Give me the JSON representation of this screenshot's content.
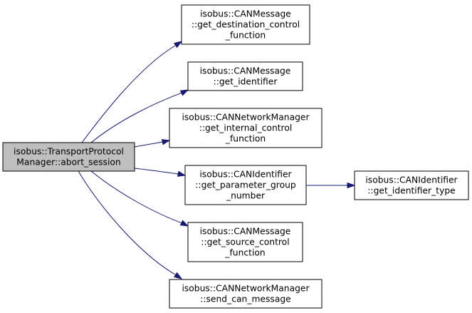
{
  "graph": {
    "nodes": [
      {
        "id": "root",
        "lines": [
          "isobus::TransportProtocol",
          "Manager::abort_session"
        ],
        "highlighted": true
      },
      {
        "id": "n1",
        "lines": [
          "isobus::CANMessage",
          "::get_destination_control",
          "_function"
        ]
      },
      {
        "id": "n2",
        "lines": [
          "isobus::CANMessage",
          "::get_identifier"
        ]
      },
      {
        "id": "n3",
        "lines": [
          "isobus::CANNetworkManager",
          "::get_internal_control",
          "_function"
        ]
      },
      {
        "id": "n4",
        "lines": [
          "isobus::CANIdentifier",
          "::get_parameter_group",
          "_number"
        ]
      },
      {
        "id": "n5",
        "lines": [
          "isobus::CANIdentifier",
          "::get_identifier_type"
        ]
      },
      {
        "id": "n6",
        "lines": [
          "isobus::CANMessage",
          "::get_source_control",
          "_function"
        ]
      },
      {
        "id": "n7",
        "lines": [
          "isobus::CANNetworkManager",
          "::send_can_message"
        ]
      }
    ],
    "edges": [
      {
        "from": "root",
        "to": "n1"
      },
      {
        "from": "root",
        "to": "n2"
      },
      {
        "from": "root",
        "to": "n3"
      },
      {
        "from": "root",
        "to": "n4"
      },
      {
        "from": "root",
        "to": "n6"
      },
      {
        "from": "root",
        "to": "n7"
      },
      {
        "from": "n4",
        "to": "n5"
      }
    ],
    "colors": {
      "edge": "#191970",
      "root_fill": "#bfbfbf",
      "node_fill": "#ffffff"
    }
  }
}
